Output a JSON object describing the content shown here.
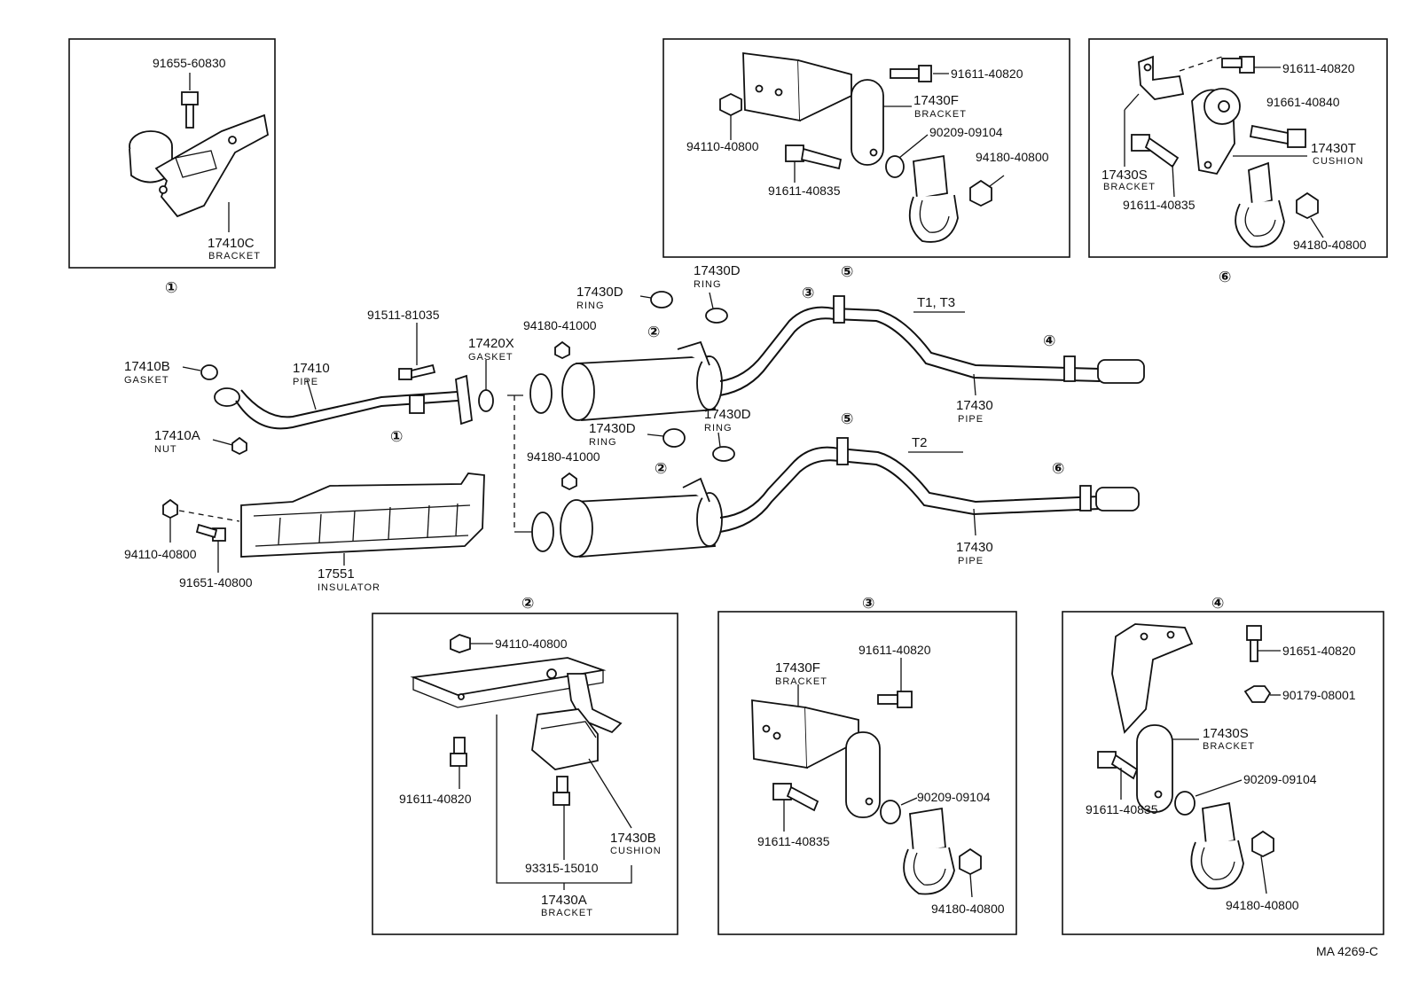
{
  "code": "MA 4269-C",
  "detail1": {
    "num": "①",
    "pn": [
      "91655-60830",
      "17410C"
    ],
    "nm": [
      "BRACKET"
    ]
  },
  "detail2": {
    "num": "②",
    "pn": [
      "94110-40800",
      "91611-40820",
      "93315-15010",
      "17430B",
      "17430A"
    ],
    "nm": [
      "CUSHION",
      "BRACKET"
    ]
  },
  "detail3": {
    "num": "③",
    "pn": [
      "17430F",
      "91611-40820",
      "91611-40835",
      "90209-09104",
      "94180-40800"
    ],
    "nm": [
      "BRACKET"
    ]
  },
  "detail4": {
    "num": "④",
    "pn": [
      "91651-40820",
      "90179-08001",
      "17430S",
      "90209-09104",
      "91611-40835",
      "94180-40800"
    ],
    "nm": [
      "BRACKET"
    ]
  },
  "detail5": {
    "pn": [
      "91611-40820",
      "17430F",
      "94110-40800",
      "90209-09104",
      "94180-40800",
      "91611-40835"
    ],
    "nm": [
      "BRACKET"
    ]
  },
  "detail6": {
    "num": "⑥",
    "pn": [
      "91611-40820",
      "91661-40840",
      "17430T",
      "17430S",
      "91611-40835",
      "94180-40800"
    ],
    "nm": [
      "CUSHION",
      "BRACKET"
    ]
  },
  "main": {
    "pn": [
      "91511-81035",
      "17410B",
      "17410",
      "17420X",
      "17410A",
      "94110-40800",
      "91651-40800",
      "17551",
      "17430D",
      "17430D",
      "94180-41000",
      "17430D",
      "17430D",
      "94180-41000",
      "17430",
      "17430"
    ],
    "nm": [
      "GASKET",
      "PIPE",
      "GASKET",
      "NUT",
      "INSULATOR",
      "RING",
      "RING",
      "RING",
      "RING",
      "PIPE",
      "PIPE"
    ],
    "callouts": [
      "①",
      "②",
      "③",
      "⑤",
      "④",
      "②",
      "⑤",
      "⑥"
    ],
    "variants": [
      "T1, T3",
      "T2"
    ]
  }
}
